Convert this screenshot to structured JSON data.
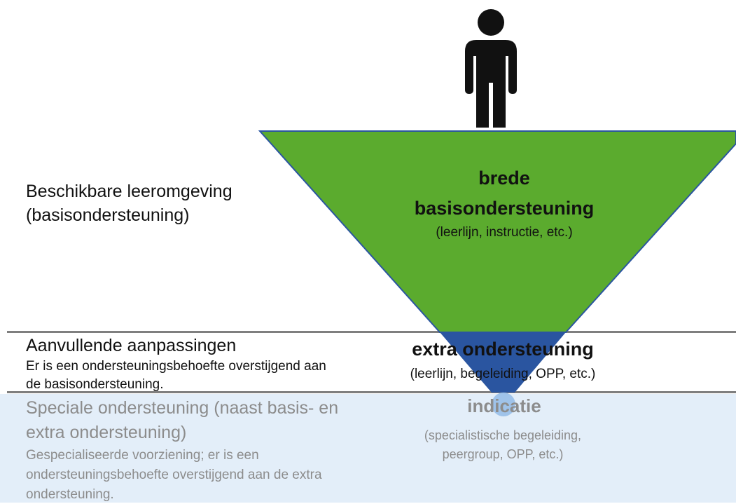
{
  "colors": {
    "green": "#5bab2e",
    "blue": "#2a55a0",
    "light_blue": "#9fc3ea",
    "band": "#e3eef9",
    "muted_text": "#8c8c8c"
  },
  "icons": {
    "person": "person-icon"
  },
  "left": {
    "top": {
      "title_line1": "Beschikbare leeromgeving",
      "title_line2": "(basisondersteuning)"
    },
    "middle": {
      "title": "Aanvullende aanpassingen",
      "desc_line1": "Er is een ondersteuningsbehoefte overstijgend aan",
      "desc_line2": "de basisondersteuning."
    },
    "bottom": {
      "title_line1": "Speciale ondersteuning (naast basis- en",
      "title_line2": "extra ondersteuning)",
      "desc_line1": "Gespecialiseerde voorziening; er is een",
      "desc_line2": "ondersteuningsbehoefte overstijgend aan de extra",
      "desc_line3": "ondersteuning."
    }
  },
  "funnel": {
    "green": {
      "title_line1": "brede",
      "title_line2": "basisondersteuning",
      "subtitle": "(leerlijn, instructie, etc.)"
    },
    "blue": {
      "title": "extra ondersteuning",
      "subtitle": "(leerlijn, begeleiding, OPP, etc.)"
    },
    "indication": {
      "title": "indicatie",
      "subtitle_line1": "(specialistische begeleiding,",
      "subtitle_line2": "peergroup, OPP, etc.)"
    }
  }
}
